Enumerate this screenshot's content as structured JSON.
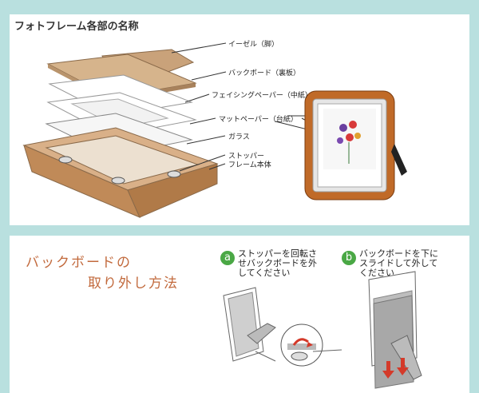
{
  "top": {
    "title": "フォトフレーム各部の名称",
    "labels": {
      "easel": "イーゼル（脚）",
      "backboard": "バックボード（裏板）",
      "facing_paper": "フェイシングペーパー（中紙）",
      "mat_paper": "マットペーパー（台紙）",
      "glass": "ガラス",
      "stopper": "ストッパー",
      "frame_body": "フレーム本体"
    }
  },
  "bottom": {
    "heading_line1": "バックボードの",
    "heading_line2": "取り外し方法",
    "step_a": {
      "marker": "a",
      "text": "ストッパーを回転さ\nせバックボードを外\nしてください"
    },
    "step_b": {
      "marker": "b",
      "text": "バックボードを下に\nスライドして外して\nください"
    }
  },
  "colors": {
    "background": "#b9e0df",
    "accent_green": "#4aa845",
    "heading_orange": "#c26a3d",
    "cardboard": "#c9a27a",
    "frame_wood": "#c06a28"
  }
}
